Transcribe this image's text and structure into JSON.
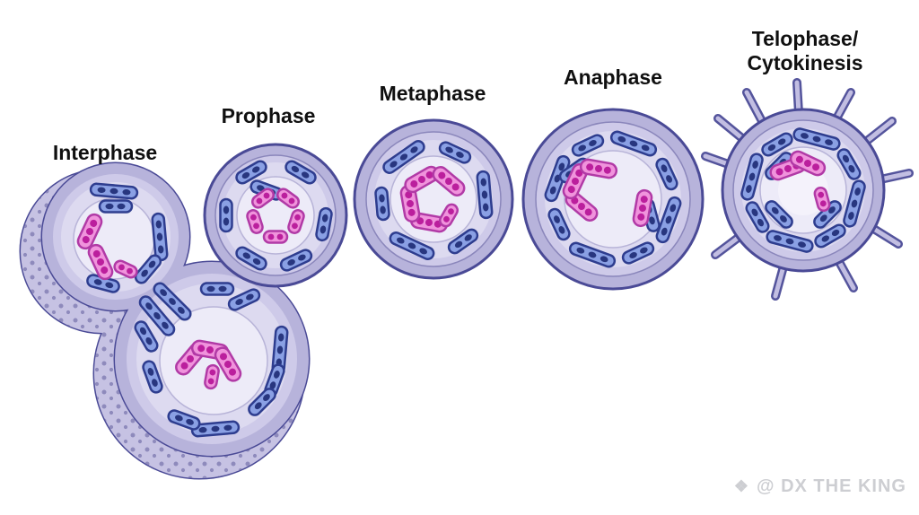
{
  "diagram": {
    "stages": [
      {
        "id": "interphase",
        "label": "Interphase"
      },
      {
        "id": "prophase",
        "label": "Prophase"
      },
      {
        "id": "metaphase",
        "label": "Metaphase"
      },
      {
        "id": "anaphase",
        "label": "Anaphase"
      },
      {
        "id": "telophase",
        "label": "Telophase/",
        "label2": "Cytokinesis"
      }
    ],
    "watermark": {
      "icon_name": "diamond-icon",
      "icon_glyph": "❖",
      "text": "@ DX THE KING"
    }
  },
  "colors": {
    "background": "#ffffff",
    "membrane_outline": "#4a4a96",
    "membrane_fill": "#b7b3db",
    "membrane_inner_ring": "#cecae9",
    "cytoplasm": "#dddaf0",
    "nucleus": "#edebf8",
    "cut_wall_fill": "#c6c2e3",
    "cut_wall_dots": "#8e8abc",
    "organelle_fill": "#8aa0e4",
    "organelle_outline": "#2e3d8f",
    "organelle_dot": "#28367f",
    "chromosome_fill": "#f093dc",
    "chromosome_outline": "#b13aa6",
    "chromosome_dot": "#bb1f9d",
    "label_text": "#101010",
    "watermark_text": "#cdced2"
  }
}
